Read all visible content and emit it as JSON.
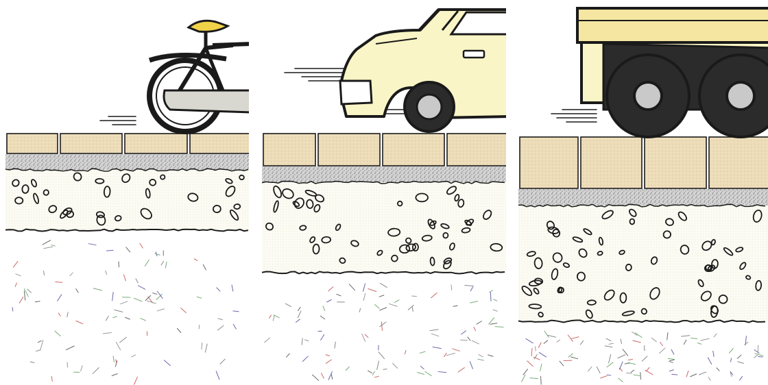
{
  "figure": {
    "panels": [
      {
        "id": "bicycle",
        "vehicle": "bicycle",
        "layers": [
          "paving-blocks",
          "sand-bedding",
          "crushed-stone-base",
          "subgrade-soil"
        ]
      },
      {
        "id": "car",
        "vehicle": "car",
        "layers": [
          "paving-blocks",
          "sand-bedding",
          "crushed-stone-base",
          "subgrade-soil"
        ]
      },
      {
        "id": "truck",
        "vehicle": "truck",
        "layers": [
          "paving-blocks",
          "sand-bedding",
          "crushed-stone-base",
          "subgrade-soil"
        ]
      }
    ],
    "colors": {
      "ink": "#1a1a1a",
      "paver_fill": "#ecdcb8",
      "sand_fill": "#cfcfcf",
      "gravel_fill": "#fbfbf3",
      "soil_fill": "#ffffff",
      "vehicle_cream": "#faf5c6",
      "truck_yellow": "#f5e6a2",
      "tire_dark": "#2b2b2b",
      "hub_gray": "#c9c9c9"
    }
  }
}
